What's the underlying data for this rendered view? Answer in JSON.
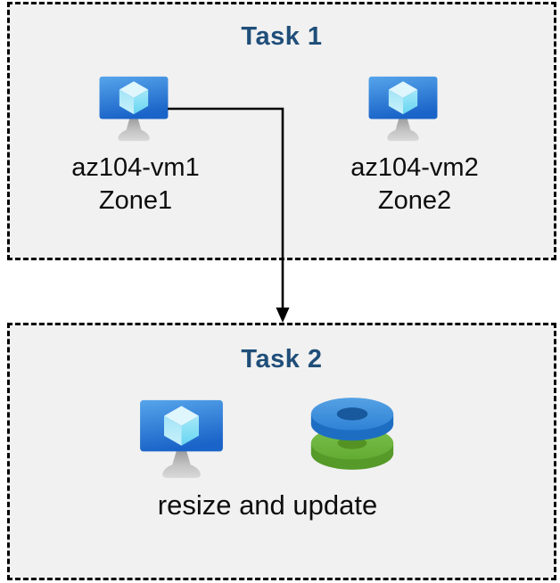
{
  "task1": {
    "title": "Task 1"
  },
  "task2": {
    "title": "Task 2",
    "caption": "resize and update"
  },
  "vms": [
    {
      "name": "az104-vm1",
      "zone": "Zone1"
    },
    {
      "name": "az104-vm2",
      "zone": "Zone2"
    }
  ],
  "icons": {
    "vm": "azure-virtual-machine-icon",
    "disks": "azure-managed-disks-icon",
    "arrow": "flow-arrow-down"
  },
  "colors": {
    "box_background": "#f1f1f1",
    "box_border": "#000000",
    "task_title": "#1f4e79",
    "label_text": "#0d0d0d",
    "vm_screen_top": "#56a5eb",
    "vm_screen_bottom": "#1a63c8",
    "cube_top": "#dff6fd",
    "cube_left": "#b0e8f8",
    "cube_right": "#7edcf4",
    "disk_blue_top": "#3a8cdb",
    "disk_blue_side": "#1d6ec2",
    "disk_blue_hole": "#17599c",
    "disk_green_top": "#6fb93e",
    "disk_green_side": "#569a2a",
    "disk_green_hole": "#549323",
    "arrow": "#000000"
  }
}
